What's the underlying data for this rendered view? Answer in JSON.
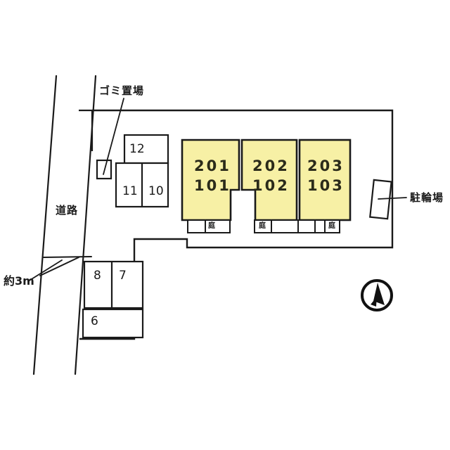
{
  "plan": {
    "title_labels": {
      "road": "道路",
      "garbage": "ゴミ置場",
      "bicycle": "駐輪場",
      "width_note": "約3m"
    },
    "colors": {
      "building_fill": "#f7f0a5",
      "line": "#1a1a1a",
      "background": "#ffffff",
      "compass_fill": "#111111"
    },
    "buildings": [
      {
        "upper": "201",
        "lower": "101"
      },
      {
        "upper": "202",
        "lower": "102"
      },
      {
        "upper": "203",
        "lower": "103"
      }
    ],
    "garden_label": "庭",
    "garden_count": 3,
    "parking_north": [
      {
        "number": "12"
      },
      {
        "number": "11"
      },
      {
        "number": "10"
      }
    ],
    "parking_south": [
      {
        "number": "8"
      },
      {
        "number": "7"
      },
      {
        "number": "6"
      }
    ],
    "compass": {
      "name": "north-arrow"
    }
  }
}
